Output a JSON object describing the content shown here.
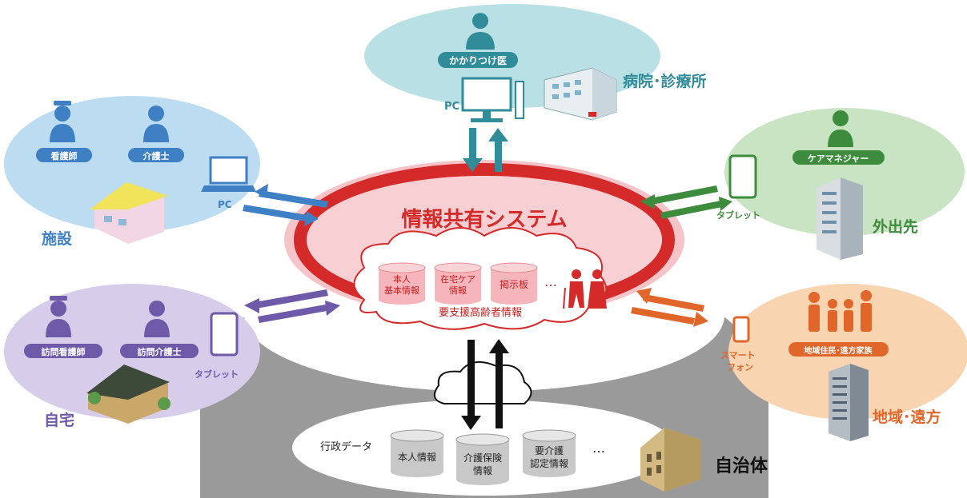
{
  "colors": {
    "red": "#d42a2a",
    "pink": "#f6c4c8",
    "blue": "#3f7fc4",
    "blue_light": "#bcdcf1",
    "teal": "#2f8c98",
    "teal_light": "#b9e0e4",
    "green": "#3d8b3d",
    "green_light": "#c9e4c2",
    "purple": "#6e5aa8",
    "purple_light": "#d7cdea",
    "orange": "#e0662a",
    "orange_light": "#f8d4b0",
    "gray": "#9a9a9a"
  },
  "center": {
    "title": "情報共有システム",
    "cyl1": [
      "本人",
      "基本情報"
    ],
    "cyl2": [
      "在宅ケア",
      "情報"
    ],
    "cyl3": [
      "掲示板"
    ],
    "ellipsis": "…",
    "subtitle": "要支援高齢者情報"
  },
  "hospital": {
    "doctor": "かかりつけ医",
    "device": "PC",
    "place": "病院･診療所"
  },
  "facility": {
    "role1": "看護師",
    "role2": "介護士",
    "device": "PC",
    "place": "施設"
  },
  "outside": {
    "role": "ケアマネジャー",
    "device": "タブレット",
    "place": "外出先"
  },
  "home": {
    "role1": "訪問看護師",
    "role2": "訪問介護士",
    "device": "タブレット",
    "place": "自宅"
  },
  "region": {
    "role": "地域住民･遠方家族",
    "device": [
      "スマート",
      "フォン"
    ],
    "place": "地域･遠方"
  },
  "municipality": {
    "label": "行政データ",
    "cyl1": [
      "本人情報"
    ],
    "cyl2": [
      "介護保険",
      "情報"
    ],
    "cyl3": [
      "要介護",
      "認定情報"
    ],
    "ellipsis": "…",
    "place": "自治体"
  }
}
